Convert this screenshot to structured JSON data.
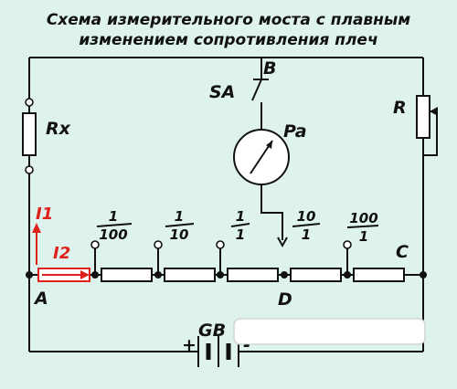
{
  "title_line1": "Схема измерительного моста с плавным",
  "title_line2": "изменением сопротивления плеч",
  "labels": {
    "B": "B",
    "SA": "SA",
    "Rx": "Rx",
    "R": "R",
    "Pa": "Pa",
    "I1": "I1",
    "I2": "I2",
    "A": "A",
    "C": "C",
    "D": "D",
    "GB": "GB",
    "plus": "+",
    "minus": "-"
  },
  "ratios": [
    {
      "num": "1",
      "den": "100"
    },
    {
      "num": "1",
      "den": "10"
    },
    {
      "num": "1",
      "den": "1"
    },
    {
      "num": "10",
      "den": "1"
    },
    {
      "num": "100",
      "den": "1"
    }
  ],
  "colors": {
    "background": "#dff3ee",
    "current_arrows": "#e0201a",
    "wire": "#111111"
  }
}
